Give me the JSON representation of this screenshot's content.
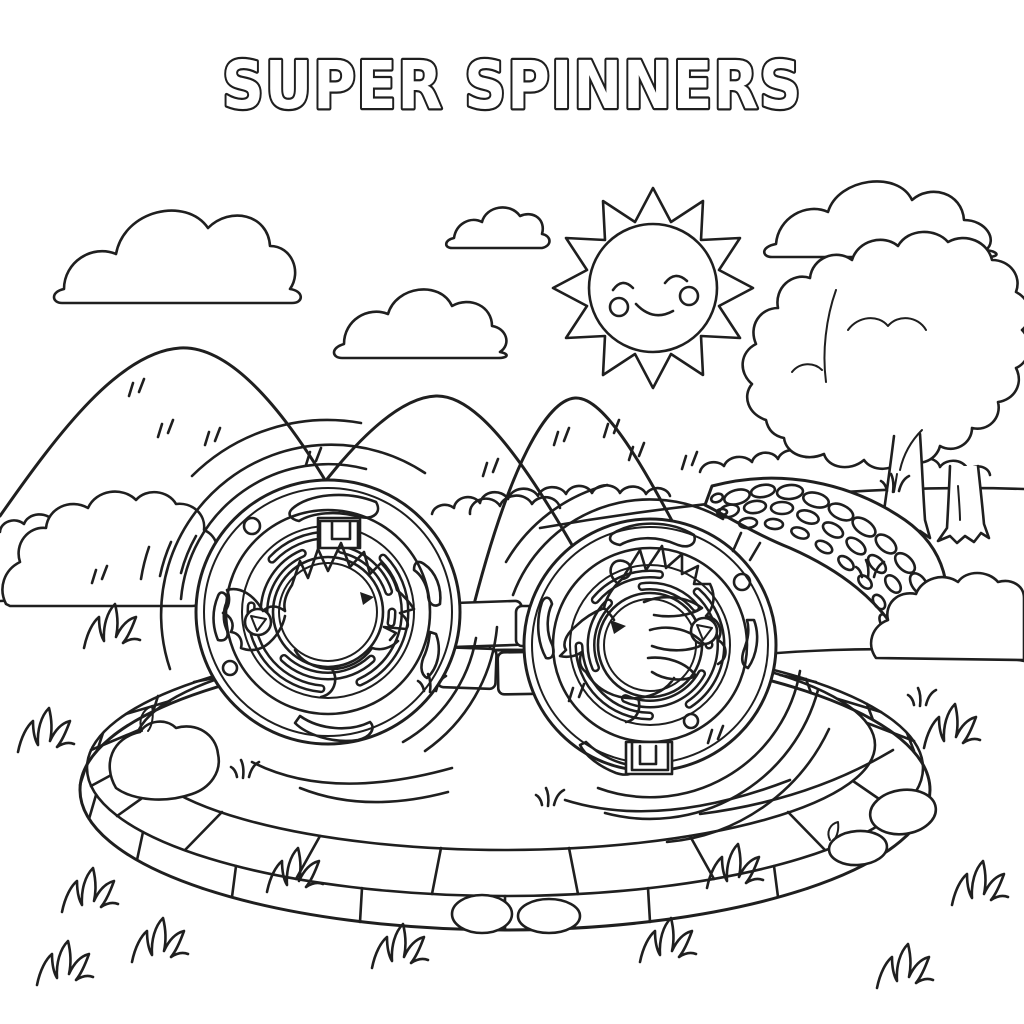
{
  "title": "SUPER SPINNERS",
  "colors": {
    "ink": "#1f1f1f",
    "paper": "#ffffff"
  },
  "scene": {
    "style": "black-and-white coloring page line art",
    "sun": "smiling sun with twelve rays",
    "clouds": [
      "left cloud",
      "small top cloud",
      "middle cloud",
      "right cloud"
    ],
    "hills": [
      "left hill",
      "middle hill",
      "right hill"
    ],
    "trees": "two round leafy trees",
    "cobblestone_path": "curved pebble path",
    "arena": "oval stone-block battle arena",
    "spinners": [
      {
        "name": "left spinner top",
        "emblem": "dragon head"
      },
      {
        "name": "right spinner top",
        "emblem": "griffin head"
      }
    ],
    "effects": [
      "spin motion arcs",
      "speed ticks"
    ],
    "ground": [
      "grass tufts",
      "sprouts",
      "rocks",
      "bushes"
    ]
  }
}
